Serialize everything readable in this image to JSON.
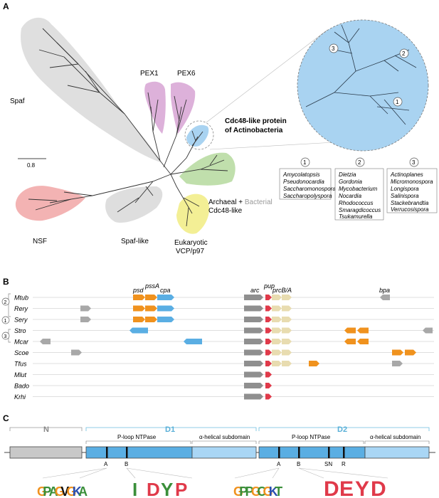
{
  "panels": {
    "a": "A",
    "b": "B",
    "c": "C"
  },
  "tree": {
    "clades": {
      "spaf": "Spaf",
      "pex1": "PEX1",
      "pex6": "PEX6",
      "cdc48_actino_line1": "Cdc48-like protein",
      "cdc48_actino_line2": "of Actinobacteria",
      "archaeal_part1": "Archaeal + ",
      "archaeal_part2": "Bacterial",
      "archaeal_line2": "Cdc48-like",
      "nsf": "NSF",
      "spaf_like": "Spaf-like",
      "euk_line1": "Eukaryotic",
      "euk_line2": "VCP/p97"
    },
    "scale": "0.8",
    "zoom_markers": [
      "3",
      "2",
      "1"
    ],
    "colors": {
      "spaf": "#d9d9d9",
      "pex": "#d9a9d6",
      "actino": "#a9d3f1",
      "archaeal": "#b9dca3",
      "nsf": "#f1a6a6",
      "spaf_like": "#dadada",
      "euk": "#f3ef95"
    }
  },
  "groups": [
    {
      "num": "1",
      "genera": [
        "Amycolatopsis",
        "Pseudonocardia",
        "Saccharomonospora",
        "Saccharopolyspora"
      ]
    },
    {
      "num": "2",
      "genera": [
        "Dietzia",
        "Gordonia",
        "Mycobacterium",
        "Nocardia",
        "Rhodococcus",
        "Smaragdicoccus",
        "Tsukamurella"
      ]
    },
    {
      "num": "3",
      "genera": [
        "Actinoplanes",
        "Micromonospora",
        "Longispora",
        "Salinispora",
        "Stackebrandtia",
        "Verrucosispora"
      ]
    }
  ],
  "genes": {
    "psd": "psd",
    "pssA": "pssA",
    "cpa": "cpa",
    "arc": "arc",
    "pup": "pup",
    "prcBA": "prcB/A",
    "bpa": "bpa"
  },
  "organisms": [
    "Mtub",
    "Rery",
    "Sery",
    "Stro",
    "Mcar",
    "Scoe",
    "Tfus",
    "Mlut",
    "Bado",
    "Krhi"
  ],
  "group_brackets": {
    "g2": "2",
    "g1": "1",
    "g3": "3"
  },
  "domain_map": {
    "n": "N",
    "d1": "D1",
    "d2": "D2",
    "ploop1": "P-loop NTPase",
    "helical1": "α-helical subdomain",
    "ploop2": "P-loop NTPase",
    "helical2": "α-helical subdomain",
    "motifs": [
      "A",
      "B",
      "A",
      "B",
      "SN",
      "R"
    ]
  },
  "logos": [
    {
      "seq": "GPAGVGKA"
    },
    {
      "seq": "IDYP"
    },
    {
      "seq": "GPPGCGKT"
    },
    {
      "seq": "DEYD"
    }
  ]
}
